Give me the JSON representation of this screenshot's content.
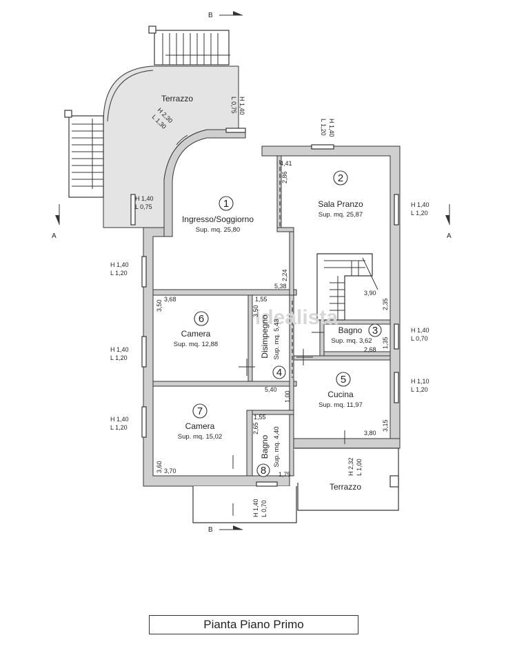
{
  "watermark": "idealista",
  "title": "Pianta Piano Primo",
  "section_markers": {
    "b_top": "B",
    "b_bottom": "B",
    "a_left": "A",
    "a_right": "A"
  },
  "rooms": [
    {
      "num": "1",
      "name": "Ingresso/Soggiorno",
      "area": "Sup. mq. 25,80"
    },
    {
      "num": "2",
      "name": "Sala Pranzo",
      "area": "Sup. mq. 25,87"
    },
    {
      "num": "3",
      "name": "Bagno",
      "area": "Sup. mq. 3,62"
    },
    {
      "num": "4",
      "name": "Disimpegno",
      "area": "Sup. mq. 5,43"
    },
    {
      "num": "5",
      "name": "Cucina",
      "area": "Sup. mq. 11,97"
    },
    {
      "num": "6",
      "name": "Camera",
      "area": "Sup. mq. 12,88"
    },
    {
      "num": "7",
      "name": "Camera",
      "area": "Sup. mq. 15,02"
    },
    {
      "num": "8",
      "name": "Bagno",
      "area": "Sup. mq. 4,40"
    }
  ],
  "terraces": {
    "top": "Terrazzo",
    "bottom": "Terrazzo"
  },
  "windows": {
    "terrace_top_h": "H 1,40",
    "terrace_top_l": "L 0,75",
    "arc_h": "H 2,30",
    "arc_l": "L 1,30",
    "terrace_left_h": "H 1,40",
    "terrace_left_l": "L 0,75",
    "pranzo_top_h": "H 1,40",
    "pranzo_top_l": "L 1,20",
    "pranzo_right_h": "H 1,40",
    "pranzo_right_l": "L 1,20",
    "left1_h": "H 1,40",
    "left1_l": "L 1,20",
    "left2_h": "H 1,40",
    "left2_l": "L 1,20",
    "left3_h": "H 1,40",
    "left3_l": "L 1,20",
    "bagno3_h": "H 1,40",
    "bagno3_l": "L 0,70",
    "cucina_h": "H 1,10",
    "cucina_l": "L 1,20",
    "bagno8_h": "H 1,40",
    "bagno8_l": "L 0,70",
    "terrace_bottom_h": "H 2,32",
    "terrace_bottom_l": "L 1,00"
  },
  "dims": {
    "d441": "4,41",
    "d286": "2,86",
    "d224": "2,24",
    "d538": "5,38",
    "d350a": "3,50",
    "d368": "3,68",
    "d155a": "1,55",
    "d350b": "3,50",
    "d390": "3,90",
    "d235": "2,35",
    "d135": "1,35",
    "d268": "2,68",
    "d540": "5,40",
    "d100": "1,00",
    "d155b": "1,55",
    "d265": "2,65",
    "d175": "1,75",
    "d360": "3,60",
    "d370": "3,70",
    "d380": "3,80",
    "d315": "3,15"
  }
}
